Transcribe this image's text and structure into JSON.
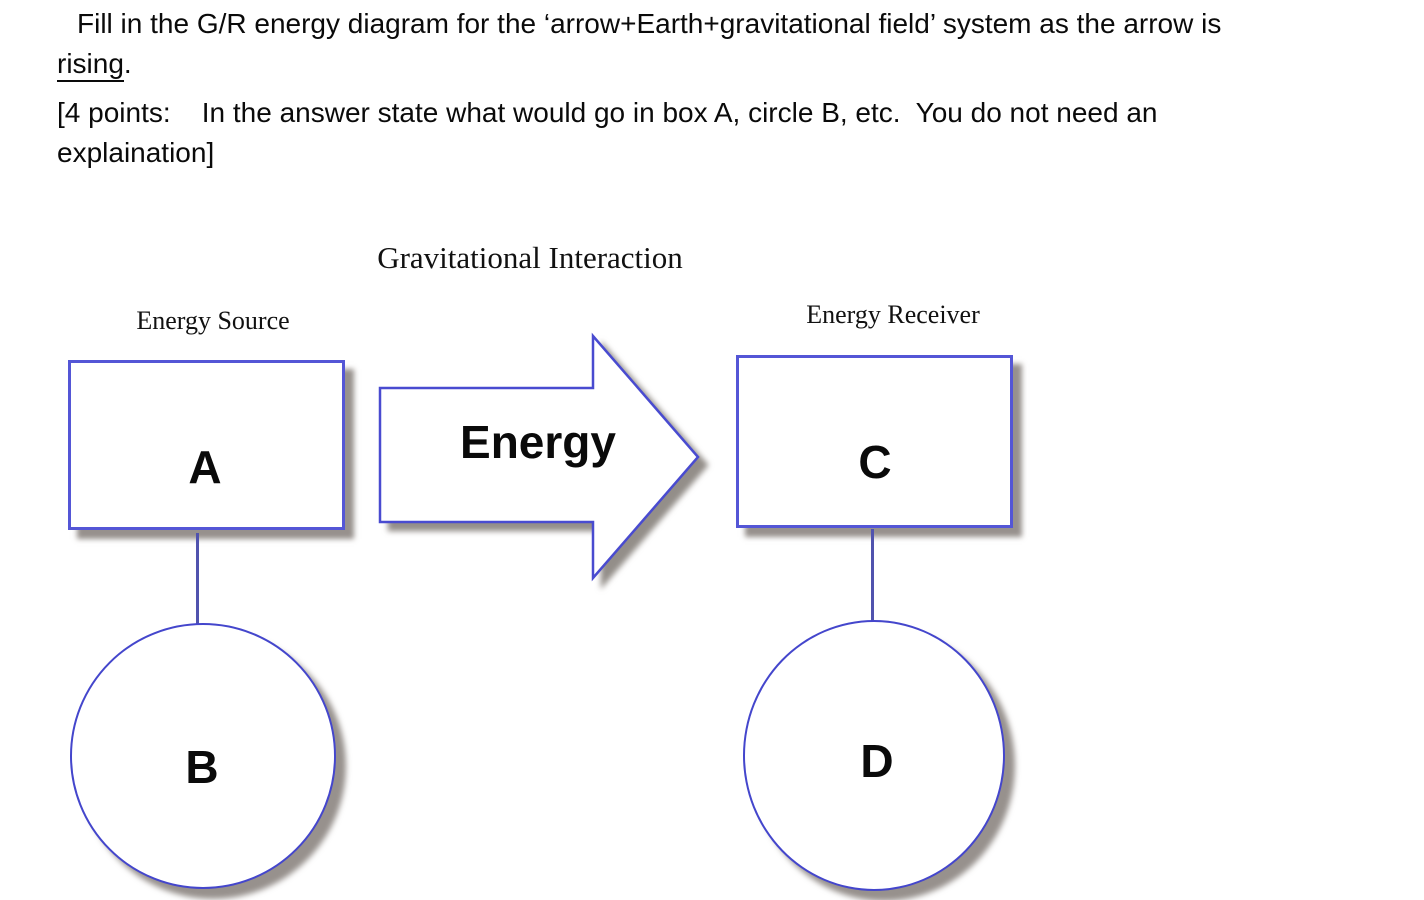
{
  "question": {
    "line1": "Fill in the G/R energy diagram for the ‘arrow+Earth+gravitational field’ system as the arrow is",
    "underlined_word": "rising",
    "after_underline": ".",
    "points_line1": "[4 points:    In the answer state what would go in box A, circle B, etc.  You do not need an",
    "points_line2": "explaination]"
  },
  "diagram": {
    "title": "Gravitational Interaction",
    "arrow_label": "Energy",
    "source": {
      "label": "Energy Source",
      "box_letter": "A",
      "circle_letter": "B"
    },
    "receiver": {
      "label": "Energy Receiver",
      "box_letter": "C",
      "circle_letter": "D"
    },
    "colors": {
      "outline_blue": "#4b4dd2",
      "connector_blue": "#5053ae",
      "shadow_gray": "#8f8b87",
      "text_black": "#0a0a0a"
    }
  }
}
